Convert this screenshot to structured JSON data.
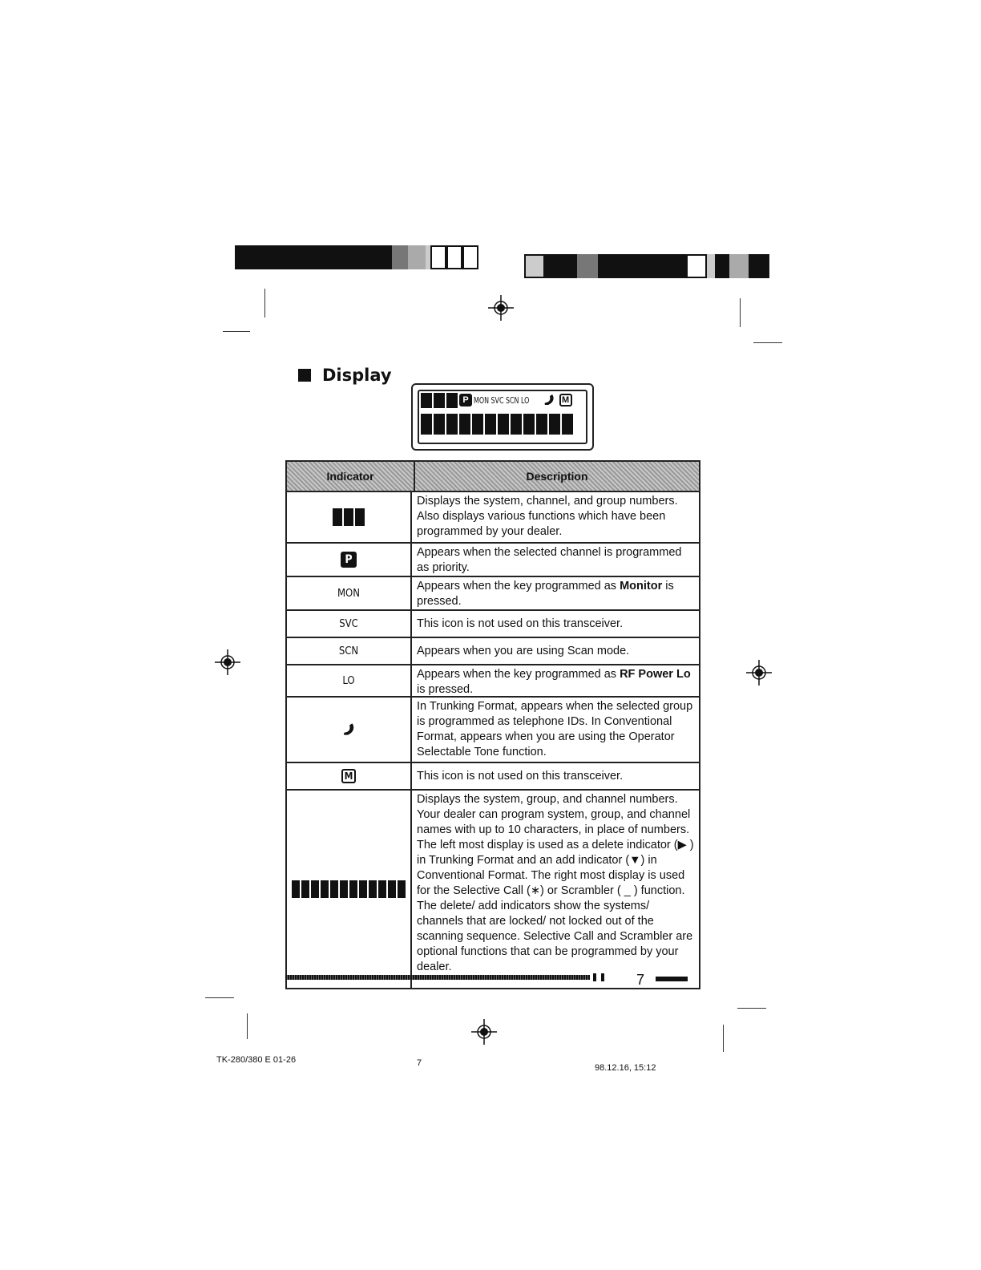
{
  "section": {
    "title": "Display"
  },
  "lcd": {
    "row1_labels": "MON SVC SCN LO",
    "p_glyph": "P",
    "m_glyph": "M"
  },
  "table": {
    "headers": {
      "indicator": "Indicator",
      "description": "Description"
    },
    "rows": [
      {
        "indicator": "",
        "description": "Displays the system, channel, and group numbers.  Also displays various functions which have been programmed by your dealer."
      },
      {
        "indicator": "P",
        "description": "Appears when the selected channel is programmed as priority."
      },
      {
        "indicator": "MON",
        "description_pre": "Appears when the key programmed as ",
        "description_bold": "Monitor",
        "description_post": " is pressed."
      },
      {
        "indicator": "SVC",
        "description": "This icon is not used on this transceiver."
      },
      {
        "indicator": "SCN",
        "description": "Appears when you are using Scan mode."
      },
      {
        "indicator": "LO",
        "description_pre": "Appears when the key programmed as ",
        "description_bold": "RF Power Lo",
        "description_post": " is pressed."
      },
      {
        "indicator": "telephone-icon",
        "description": "In Trunking Format, appears when the selected group is programmed as telephone IDs.  In Conventional Format, appears when you are using the Operator Selectable Tone function."
      },
      {
        "indicator": "M",
        "description": "This icon is not used on this transceiver."
      },
      {
        "indicator": "",
        "description": "Displays the system, group, and channel numbers.  Your dealer can program system, group, and channel names with up to 10 characters, in place of numbers.  The left most display is used as a delete indicator (▶ ) in Trunking Format and an add indicator (▼) in Conventional Format.  The right most display is used for the Selective Call (∗) or Scrambler ( _ ) function.  The delete/ add indicators show the systems/ channels that are locked/ not locked out of the scanning sequence.  Selective Call and Scrambler are optional functions that can be programmed by your dealer."
      }
    ]
  },
  "footer": {
    "page_number": "7"
  },
  "meta": {
    "doc_id": "TK-280/380 E 01-26",
    "page": "7",
    "timestamp": "98.12.16, 15:12"
  }
}
